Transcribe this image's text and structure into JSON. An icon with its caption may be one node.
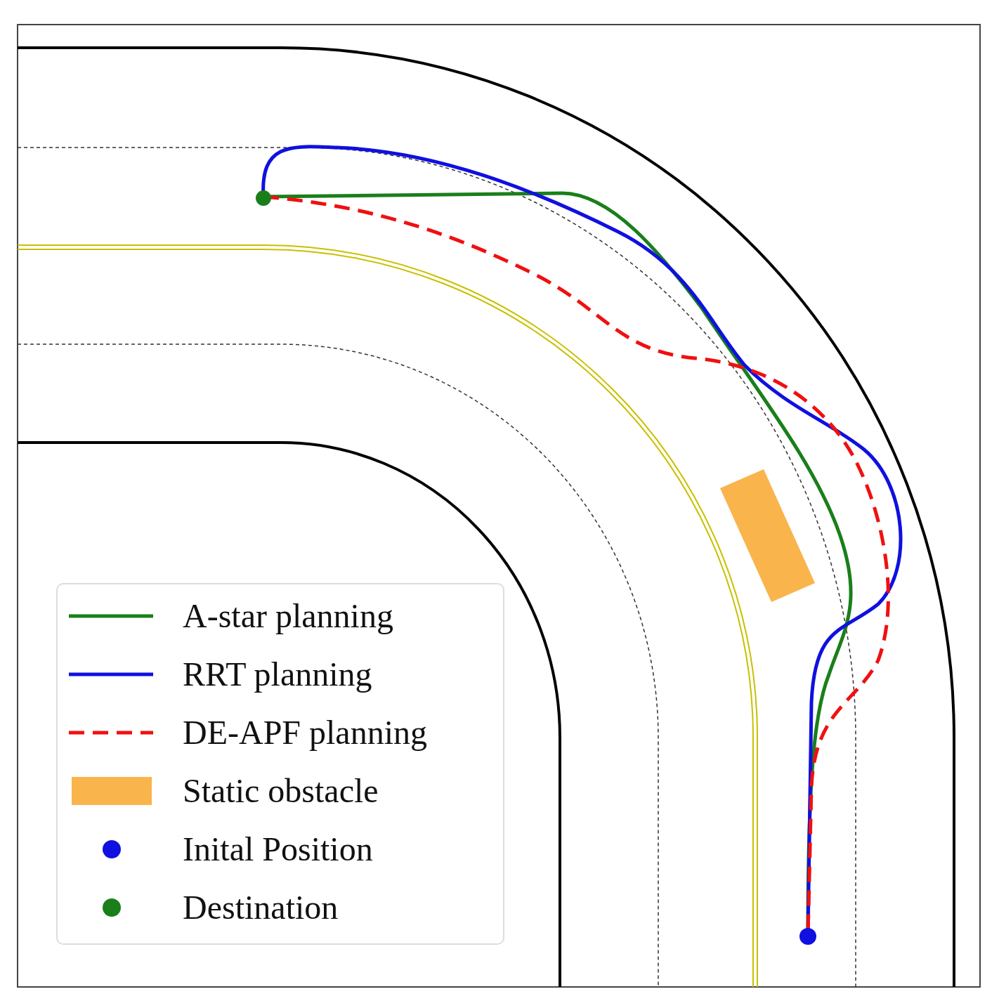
{
  "diagram": {
    "legend": [
      {
        "text": "A-star planning"
      },
      {
        "text": "RRT planning"
      },
      {
        "text": "DE-APF planning"
      },
      {
        "text": "Static obstacle",
        "color": "#f9b44c"
      },
      {
        "text": "Inital Position"
      },
      {
        "text": "Destination"
      }
    ]
  }
}
